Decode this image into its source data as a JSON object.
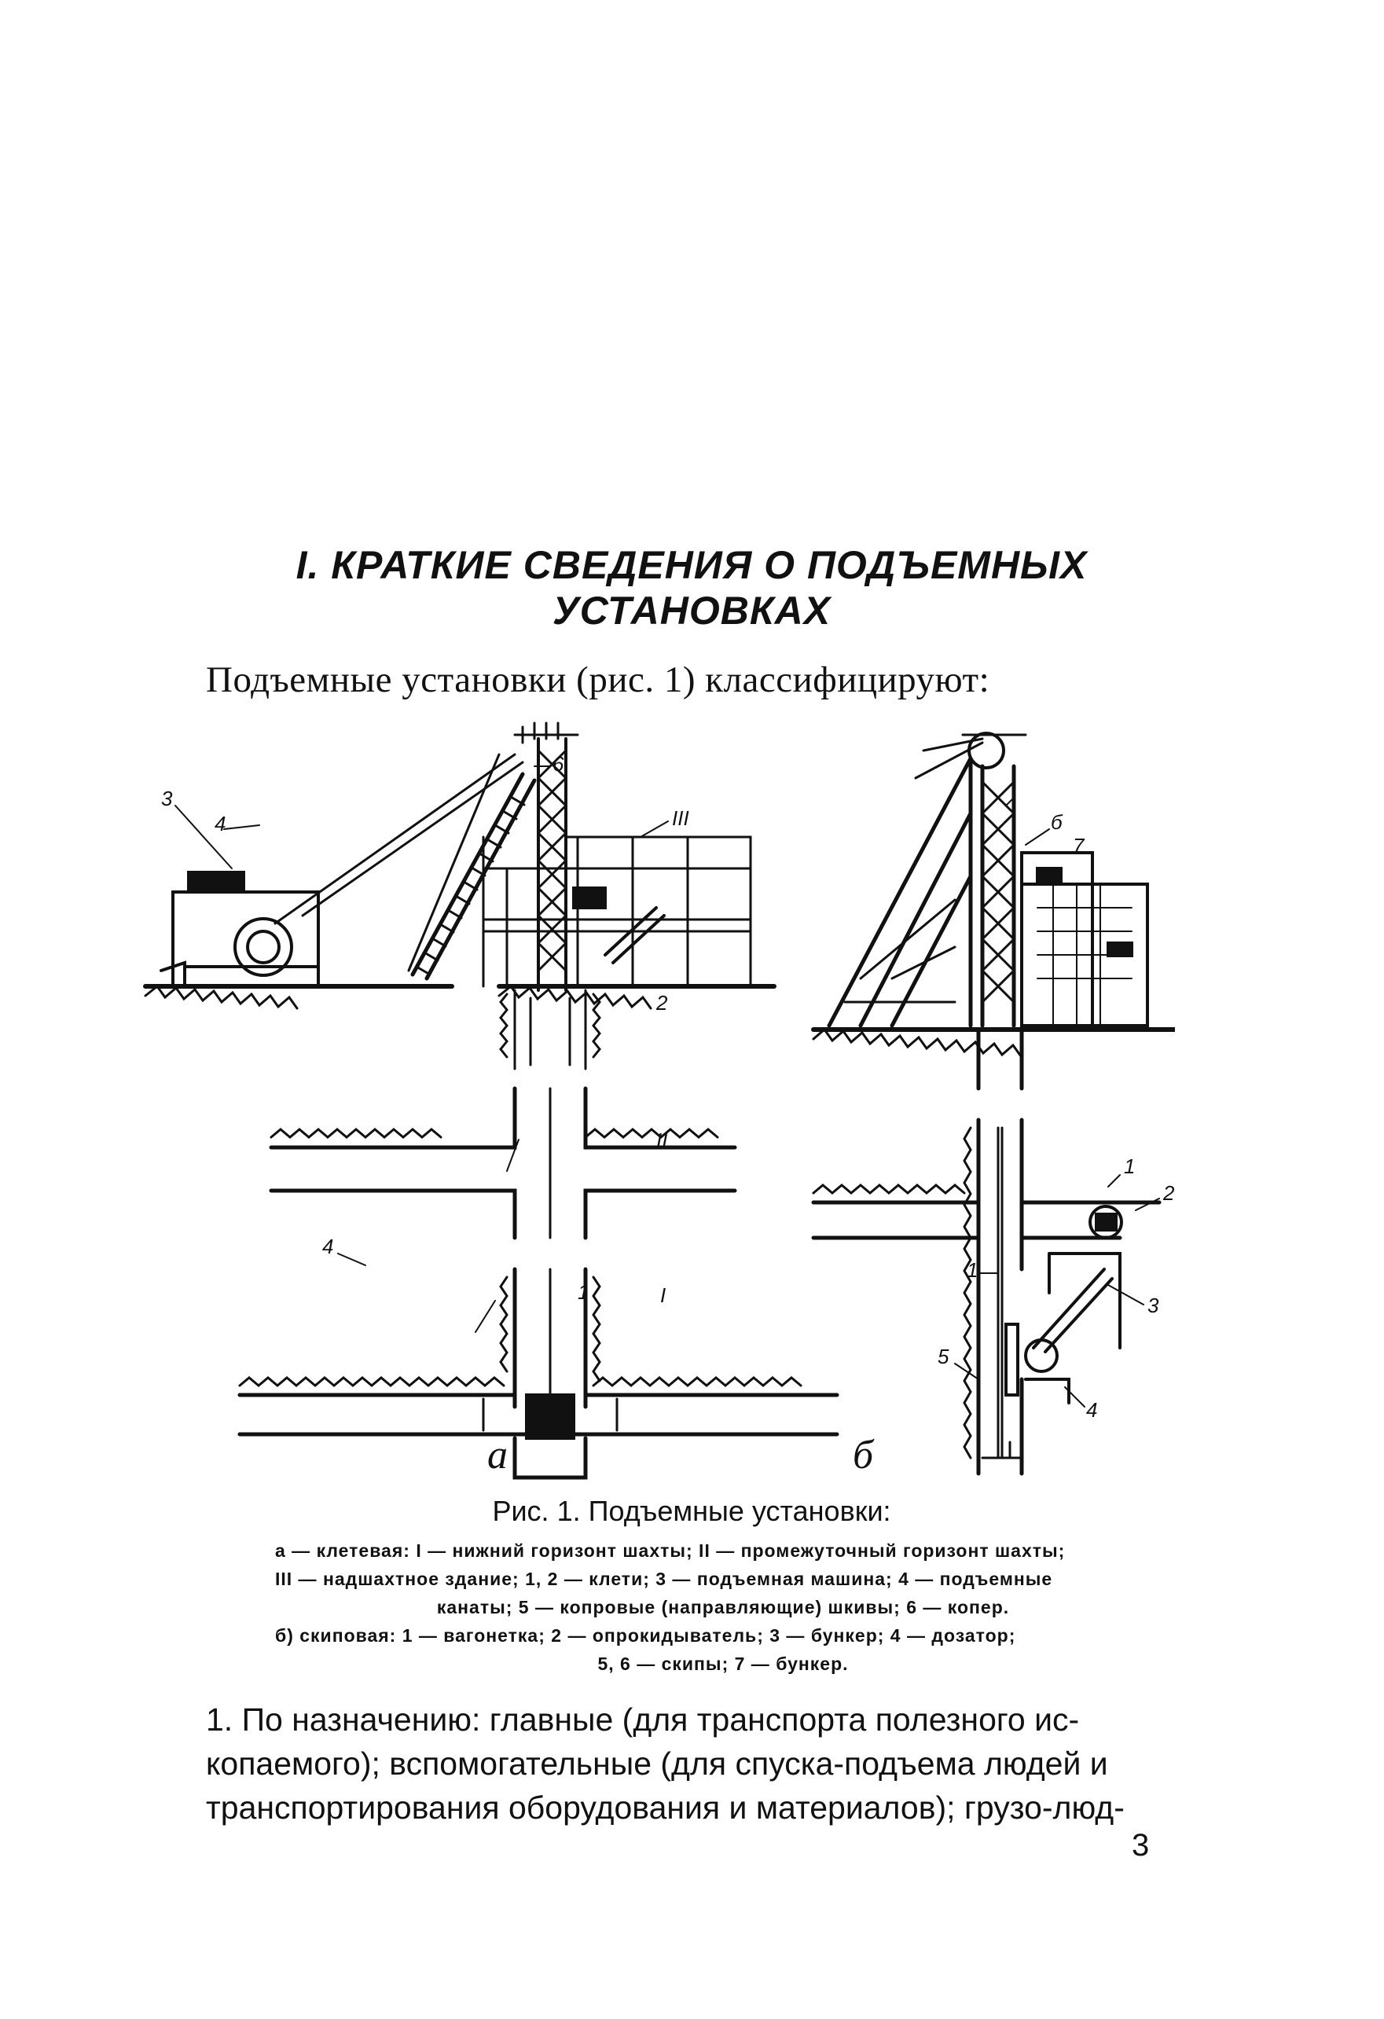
{
  "heading": {
    "line1": "I. КРАТКИЕ СВЕДЕНИЯ О ПОДЪЕМНЫХ",
    "line2": "УСТАНОВКАХ"
  },
  "intro": "Подъемные установки (рис. 1) классифицируют:",
  "figure": {
    "panel_a_letter": "а",
    "panel_b_letter": "б",
    "labels_a": {
      "l3": "3",
      "l4_top": "4",
      "l6": "6",
      "lIII": "III",
      "l2": "2",
      "lII": "II",
      "l4_bottom": "4",
      "l1_near": "1",
      "lI": "I"
    },
    "labels_b": {
      "l6": "б",
      "l7": "7",
      "l1_top": "1",
      "l2": "2",
      "l1_mid": "1",
      "l3": "3",
      "l5": "5",
      "l4": "4"
    }
  },
  "caption": {
    "title": "Рис. 1. Подъемные установки:",
    "line1": "а — клетевая: I — нижний горизонт шахты; II — промежуточный горизонт шахты;",
    "line2": "III — надшахтное здание; 1, 2 — клети; 3 — подъемная машина; 4 — подъемные",
    "line3": "канаты; 5 — копровые (направляющие) шкивы; 6 — копер.",
    "line4": "б) скиповая: 1 — вагонетка; 2 — опрокидыватель; 3 — бункер; 4 — дозатор;",
    "line5": "5, 6 — скипы; 7 — бункер."
  },
  "body": {
    "line1": "1. По назначению: главные (для транспорта полезного ис-",
    "line2": "копаемого); вспомогательные (для спуска-подъема людей и",
    "line3": "транспортирования оборудования и материалов); грузо-люд-"
  },
  "page_number": "3"
}
